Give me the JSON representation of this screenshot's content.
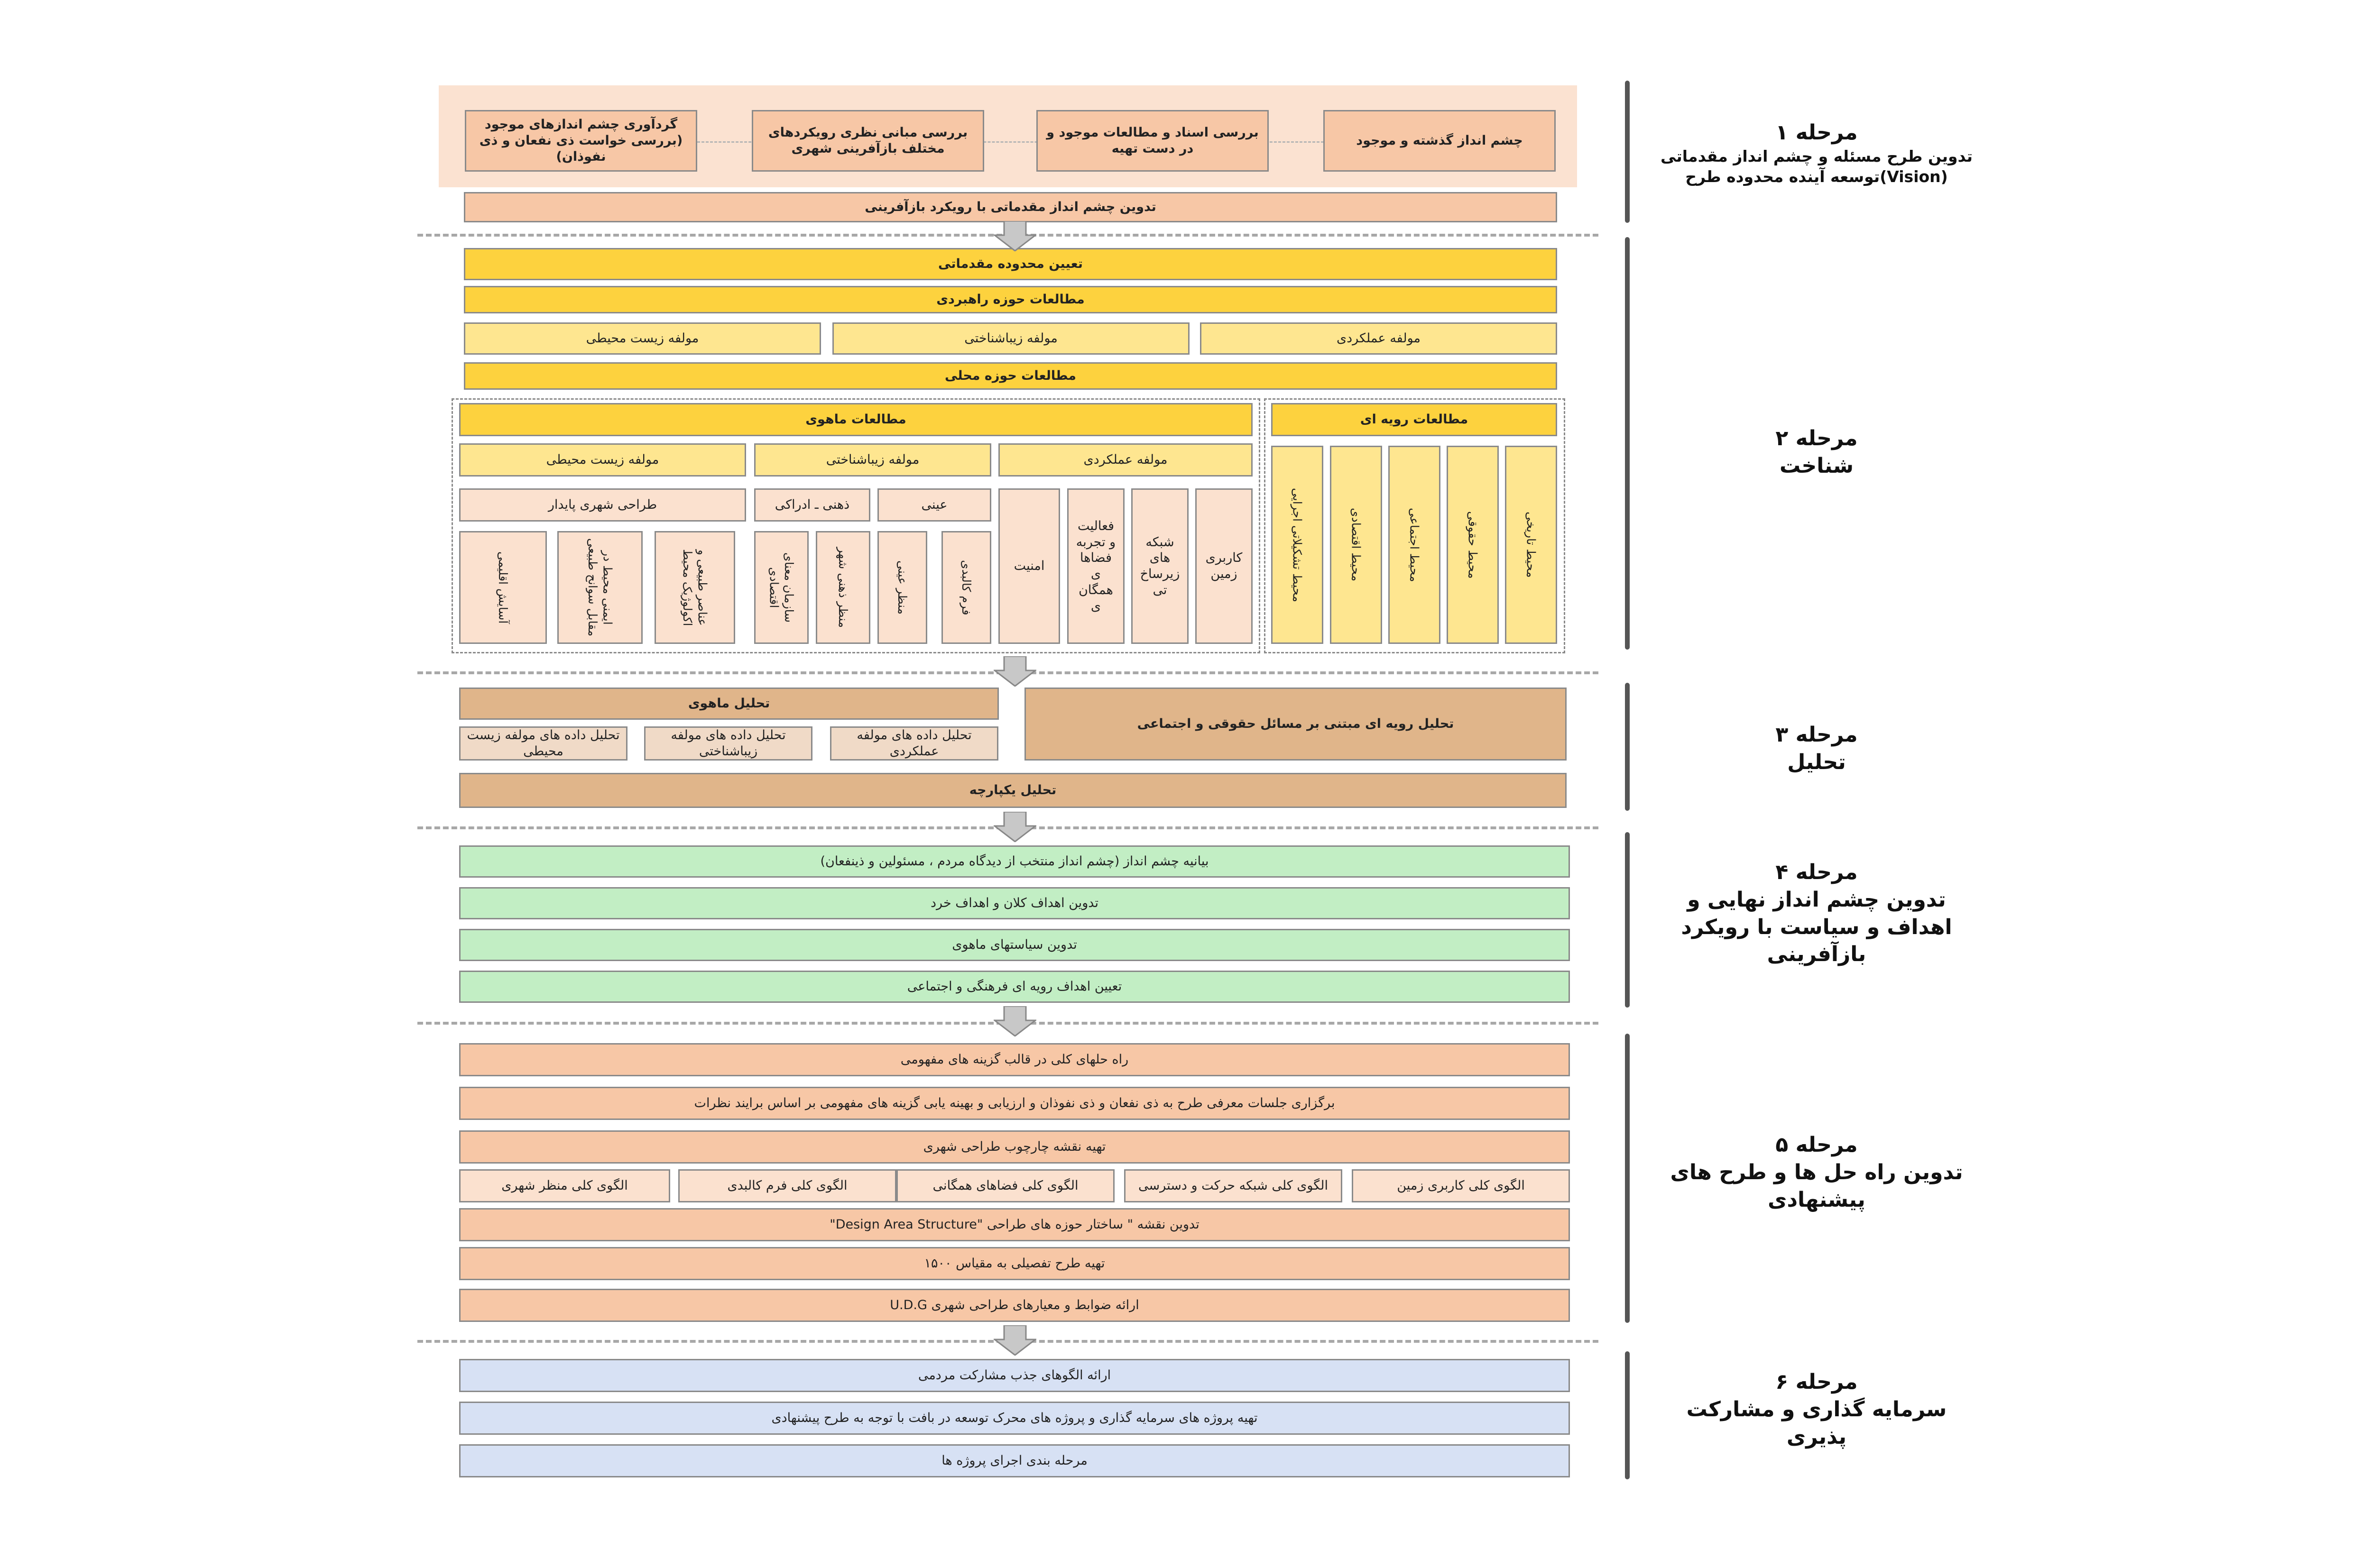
{
  "stages": [
    {
      "title": "مرحله ۱",
      "subtitle": "تدوین طرح مسئله و چشم انداز مقدماتی (Vision)توسعه آینده محدوده طرح"
    },
    {
      "title": "مرحله ۲",
      "subtitle": "شناخت"
    },
    {
      "title": "مرحله ۳",
      "subtitle": "تحلیل"
    },
    {
      "title": "مرحله ۴",
      "subtitle": "تدوین چشم انداز نهایی و اهداف و سیاست با رویکرد بازآفرینی"
    },
    {
      "title": "مرحله ۵",
      "subtitle": "تدوین راه حل ها و طرح های پیشنهادی"
    },
    {
      "title": "مرحله ۶",
      "subtitle": "سرمایه گذاری و مشارکت پذیری"
    }
  ],
  "stage1": {
    "top_boxes": [
      "چشم انداز گذشته و موجود",
      "بررسی اسناد و مطالعات موجود و در دست تهیه",
      "بررسی مبانی نظری رویکردهای مختلف بازآفرینی شهری",
      "گردآوری چشم اندازهای موجود (بررسی خواست ذی نفعان و ذی نفوذان)"
    ],
    "preliminary_vision": "تدوین چشم انداز مقدماتی با رویکرد بازآفرینی"
  },
  "stage2": {
    "boundary": "تعیین محدوده مقدماتی",
    "strategic": "مطالعات حوزه راهبردی",
    "components": [
      "مولفه عملکردی",
      "مولفه زیباشناختی",
      "مولفه زیست محیطی"
    ],
    "local": "مطالعات حوزه محلی",
    "substantive": {
      "title": "مطالعات ماهوی",
      "functional": "مولفه عملکردی",
      "aesthetic": "مولفه زیباشناختی",
      "environmental": "مولفه زیست محیطی",
      "objective": "عینی",
      "perceptual": "ذهنی ـ ادراکی",
      "sustainable": "طراحی شهری پایدار",
      "func_items": [
        "کاربری زمین",
        "شبکه های زیرساخ تی",
        "فعالیت و تجربه فضاها ی همگان ی",
        "امنیت"
      ],
      "obj_items": [
        "فرم کالبدی",
        "منظر عینی"
      ],
      "perc_items": [
        "منظر ذهنی شهر",
        "سازمان معنای اقتصادی"
      ],
      "env_items": [
        "عناصر طبیعی و اکولوژیک محیط",
        "ایمنی محیط در مقابل سوانح طبیعی",
        "آسایش اقلیمی"
      ]
    },
    "procedural": {
      "title": "مطالعات رویه ای",
      "items": [
        "محیط تاریخی",
        "محیط حقوقی",
        "محیط اجتماعی",
        "محیط اقتصادی",
        "محیط تشکیلاتی اجرایی"
      ]
    }
  },
  "stage3": {
    "substantive_analysis": "تحلیل ماهوی",
    "sub_items": [
      "تحلیل داده های مولفه عملکردی",
      "تحلیل داده های مولفه زیباشناختی",
      "تحلیل داده های مولفه زیست محیطی"
    ],
    "procedural_analysis": "تحلیل رویه ای مبتنی بر مسائل حقوقی و اجتماعی",
    "integrated": "تحلیل یکپارچه"
  },
  "stage4": {
    "items": [
      "بیانیه چشم انداز (چشم انداز منتخب از دیدگاه مردم ، مسئولین و ذینفعان)",
      "تدوین اهداف کلان و اهداف خرد",
      "تدوین سیاستهای ماهوی",
      "تعیین اهداف رویه ای فرهنگی و اجتماعی"
    ]
  },
  "stage5": {
    "items_top": [
      "راه حلهای کلی در قالب گزینه های مفهومی",
      "برگزاری جلسات معرفی طرح به ذی نفعان و ذی نفوذان و ارزیابی و بهینه یابی گزینه های مفهومی بر اساس برایند نظرات",
      "تهیه نقشه چارچوب طراحی شهری"
    ],
    "patterns": [
      "الگوی کلی کاربری زمین",
      "الگوی کلی شبکه حرکت و دسترسی",
      "الگوی کلی فضاهای همگانی",
      "الگوی کلی فرم کالبدی",
      "الگوی کلی منظر شهری"
    ],
    "items_bottom": [
      "تدوین نقشه \" ساختار حوزه های طراحی \"Design Area Structure\"",
      "تهیه طرح تفصیلی به مقیاس ۱۵۰۰",
      "ارائه ضوابط و معیارهای طراحی شهری U.D.G"
    ]
  },
  "stage6": {
    "items": [
      "ارائه الگوهای جذب مشارکت مردمی",
      "تهیه پروژه های سرمایه گذاری و پروژه های محرک توسعه در بافت با توجه به طرح پیشنهادی",
      "مرحله بندی اجرای پروژه ها"
    ]
  },
  "colors": {
    "yellow": "#fdd23e",
    "light_yellow": "#fee690",
    "peach": "#f7c7a6",
    "light_peach": "#fbe1cf",
    "tan": "#e0b58a",
    "light_tan": "#f0dac7",
    "green": "#c2eec4",
    "blue": "#d7e1f4",
    "arrow": "#c8c8c8"
  }
}
